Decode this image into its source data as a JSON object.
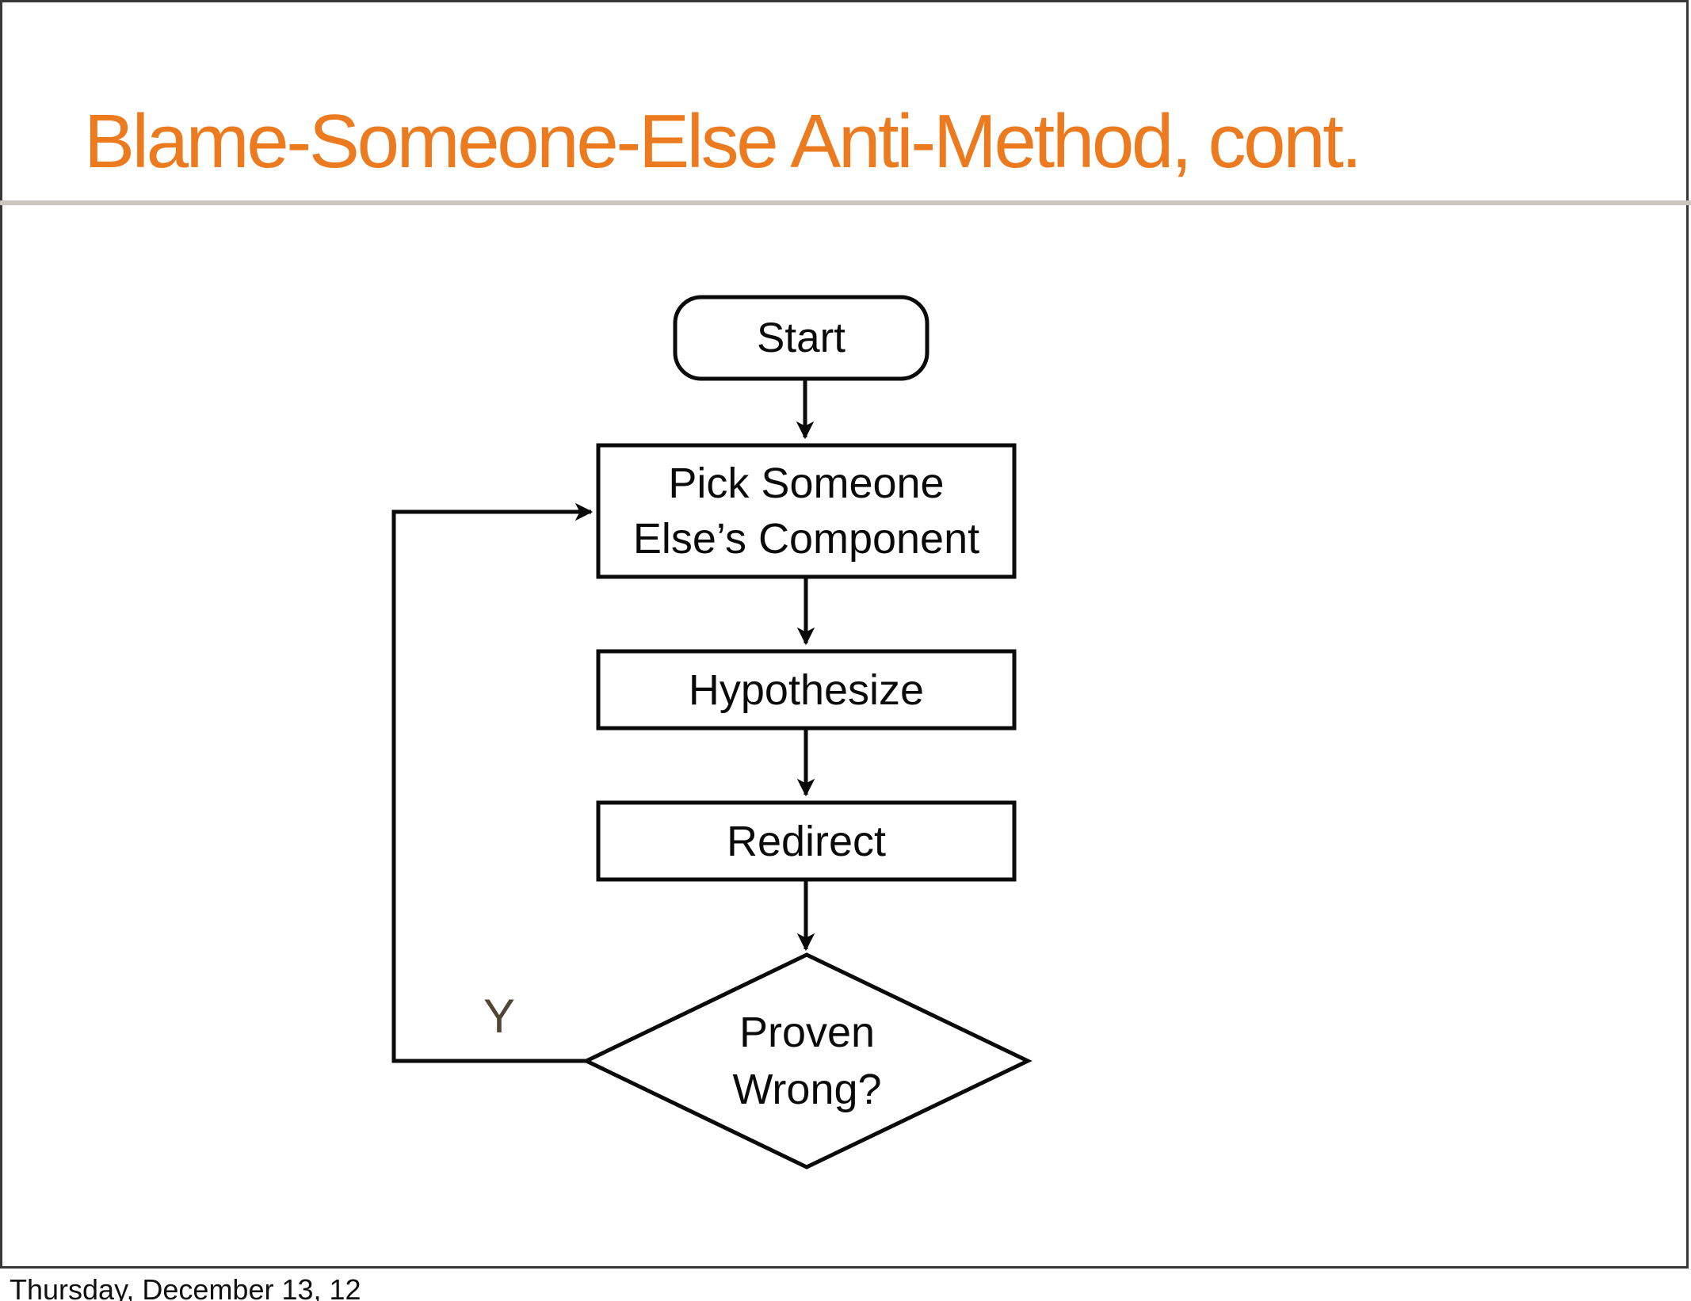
{
  "slide": {
    "title": "Blame-Someone-Else Anti-Method, cont.",
    "footer": "Thursday, December 13, 12",
    "title_color": "#EC7A1E",
    "divider_color": "#C9C6BD",
    "frame_color": "#383838"
  },
  "flowchart": {
    "stroke_color": "#0A0A0A",
    "loop_label": "Y",
    "loop_label_color": "#4F4634",
    "nodes": {
      "start": {
        "type": "terminator",
        "label": "Start"
      },
      "pick": {
        "type": "process",
        "label": "Pick Someone Else’s Component",
        "lines": [
          "Pick Someone",
          "Else’s Component"
        ]
      },
      "hypothesize": {
        "type": "process",
        "label": "Hypothesize"
      },
      "redirect": {
        "type": "process",
        "label": "Redirect"
      },
      "decision": {
        "type": "decision",
        "label": "Proven Wrong?",
        "lines": [
          "Proven",
          "Wrong?"
        ]
      }
    },
    "edges": [
      {
        "from": "start",
        "to": "pick"
      },
      {
        "from": "pick",
        "to": "hypothesize"
      },
      {
        "from": "hypothesize",
        "to": "redirect"
      },
      {
        "from": "redirect",
        "to": "decision"
      },
      {
        "from": "decision",
        "to": "pick",
        "label": "Y"
      }
    ]
  }
}
